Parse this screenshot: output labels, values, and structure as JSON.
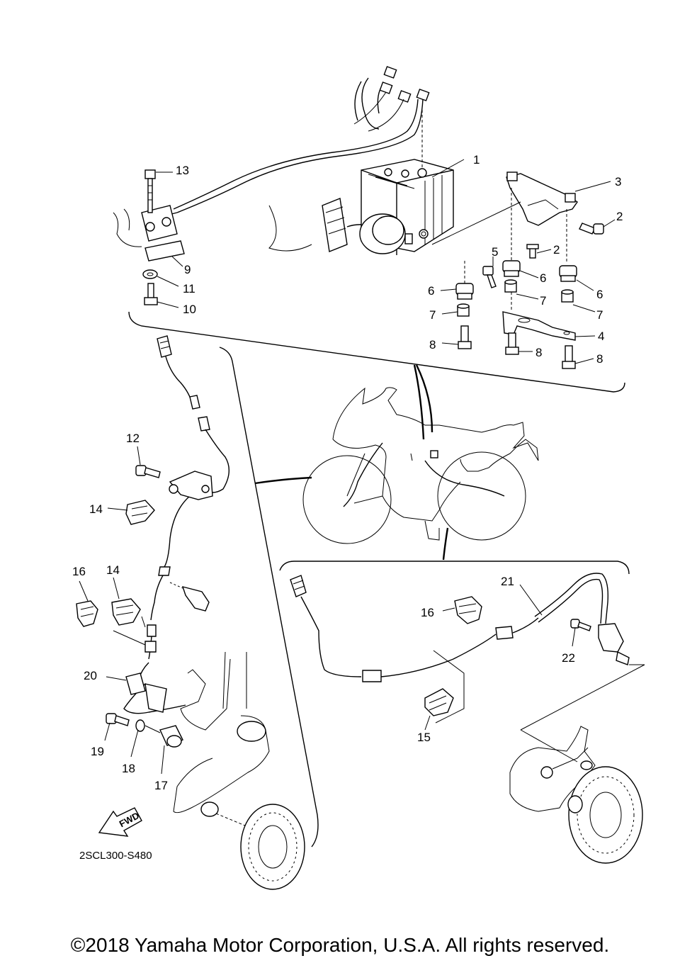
{
  "callouts": [
    "1",
    "2",
    "2",
    "3",
    "4",
    "5",
    "6",
    "6",
    "6",
    "7",
    "7",
    "7",
    "8",
    "8",
    "8",
    "9",
    "10",
    "11",
    "13",
    "12",
    "14",
    "14",
    "16",
    "20",
    "19",
    "18",
    "17",
    "21",
    "16",
    "22",
    "15"
  ],
  "drawing_code": "2SCL300-S480",
  "fwd_label": "FWD",
  "copyright": "©2018 Yamaha Motor Corporation, U.S.A. All rights reserved.",
  "icons": [
    "abs-hydraulic-unit-icon",
    "motorcycle-silhouette-icon",
    "front-wheel-sensor-icon",
    "rear-wheel-sensor-icon",
    "fwd-arrow-icon"
  ]
}
